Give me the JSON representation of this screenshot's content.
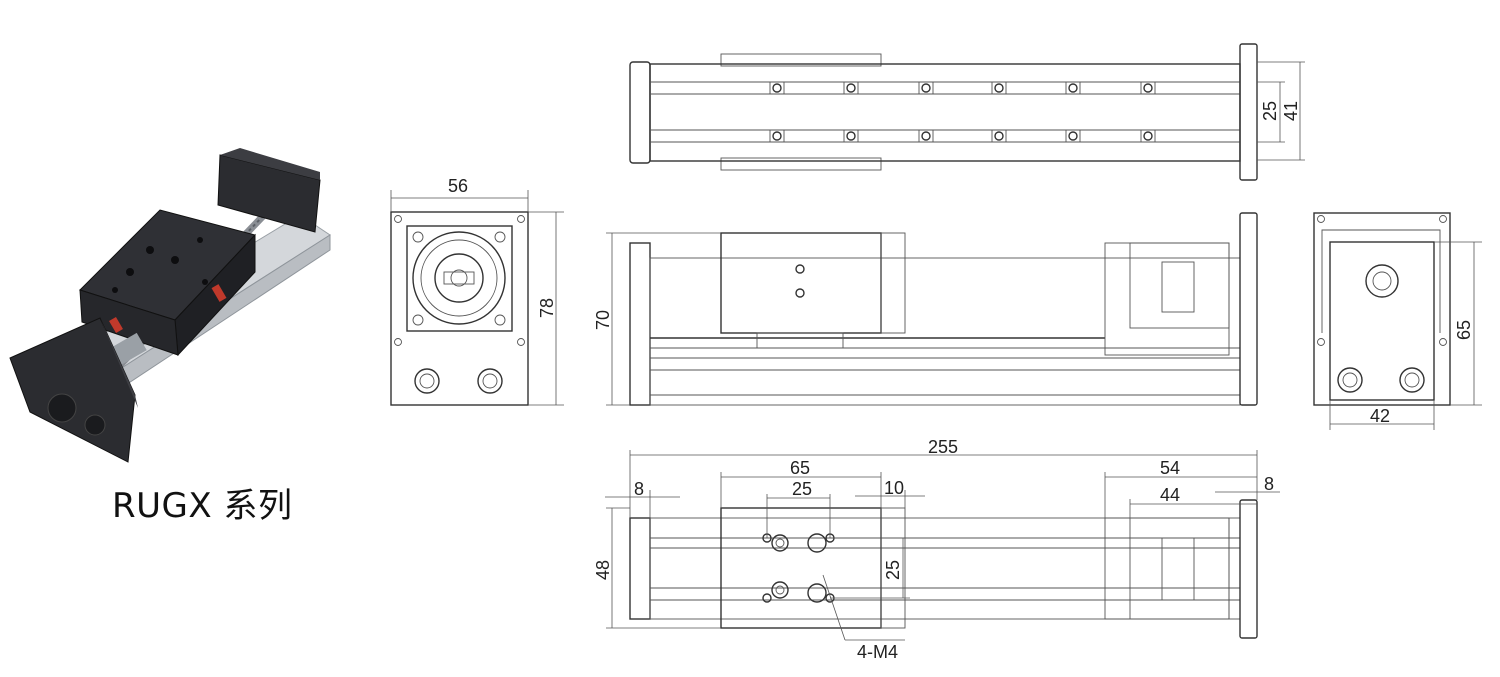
{
  "series_label": "RUGX 系列",
  "dimensions": {
    "front_width": "56",
    "front_height": "78",
    "top_width_inner": "25",
    "top_width_outer": "41",
    "side_height": "70",
    "end_width": "42",
    "end_height": "65",
    "total_length": "255",
    "carriage_length": "65",
    "hole_spacing_x": "25",
    "carriage_gap": "10",
    "end_block_a": "54",
    "end_block_b": "44",
    "right_plate": "8",
    "left_plate": "8",
    "bottom_width": "48",
    "hole_spacing_y": "25",
    "thread_callout": "4-M4"
  },
  "colors": {
    "line": "#333333",
    "dark_metal": "#2b2c30",
    "aluminum": "#c9ccd0",
    "accent_red": "#c0392b"
  }
}
